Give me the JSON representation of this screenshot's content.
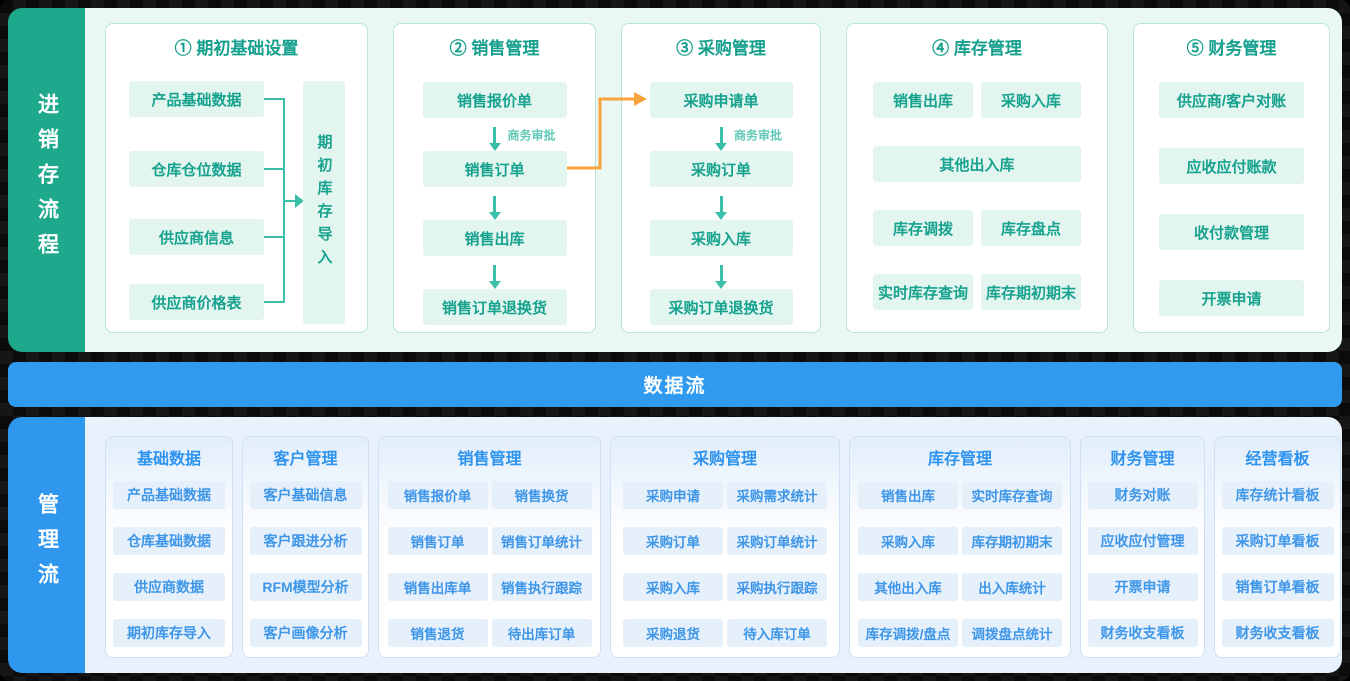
{
  "colors": {
    "green_sidebar": "#1EA98C",
    "green_text": "#17A28F",
    "teal_connector": "#3BBFA8",
    "blue_sidebar": "#2F97EE",
    "blue_bar": "#2F9AEF",
    "blue_text": "#3E96E8",
    "orange_connector": "#F9A33C"
  },
  "top": {
    "side_label": "进销存流程",
    "setup": {
      "title": "① 期初基础设置",
      "items": [
        "产品基础数据",
        "仓库仓位数据",
        "供应商信息",
        "供应商价格表"
      ],
      "import_label": "期初库存导入"
    },
    "sales": {
      "title": "② 销售管理",
      "steps": [
        "销售报价单",
        "销售订单",
        "销售出库",
        "销售订单退换货"
      ],
      "approval": "商务审批"
    },
    "purchase": {
      "title": "③ 采购管理",
      "steps": [
        "采购申请单",
        "采购订单",
        "采购入库",
        "采购订单退换货"
      ],
      "approval": "商务审批"
    },
    "inventory": {
      "title": "④ 库存管理",
      "rows": [
        [
          "销售出库",
          "采购入库"
        ],
        [
          "其他出入库"
        ],
        [
          "库存调拨",
          "库存盘点"
        ],
        [
          "实时库存查询",
          "库存期初期末"
        ]
      ]
    },
    "finance": {
      "title": "⑤ 财务管理",
      "items": [
        "供应商/客户对账",
        "应收应付账款",
        "收付款管理",
        "开票申请"
      ]
    }
  },
  "bar": {
    "label": "数据流"
  },
  "bottom": {
    "side_label": "管理流",
    "panels": [
      {
        "title": "基础数据",
        "items": [
          "产品基础数据",
          "仓库基础数据",
          "供应商数据",
          "期初库存导入"
        ]
      },
      {
        "title": "客户管理",
        "items": [
          "客户基础信息",
          "客户跟进分析",
          "RFM模型分析",
          "客户画像分析"
        ]
      },
      {
        "title": "销售管理",
        "rows": [
          [
            "销售报价单",
            "销售换货"
          ],
          [
            "销售订单",
            "销售订单统计"
          ],
          [
            "销售出库单",
            "销售执行跟踪"
          ],
          [
            "销售退货",
            "待出库订单"
          ]
        ]
      },
      {
        "title": "采购管理",
        "rows": [
          [
            "采购申请",
            "采购需求统计"
          ],
          [
            "采购订单",
            "采购订单统计"
          ],
          [
            "采购入库",
            "采购执行跟踪"
          ],
          [
            "采购退货",
            "待入库订单"
          ]
        ]
      },
      {
        "title": "库存管理",
        "rows": [
          [
            "销售出库",
            "实时库存查询"
          ],
          [
            "采购入库",
            "库存期初期末"
          ],
          [
            "其他出入库",
            "出入库统计"
          ],
          [
            "库存调拨/盘点",
            "调拨盘点统计"
          ]
        ]
      },
      {
        "title": "财务管理",
        "items": [
          "财务对账",
          "应收应付管理",
          "开票申请",
          "财务收支看板"
        ]
      },
      {
        "title": "经营看板",
        "items": [
          "库存统计看板",
          "采购订单看板",
          "销售订单看板",
          "财务收支看板"
        ]
      }
    ]
  }
}
